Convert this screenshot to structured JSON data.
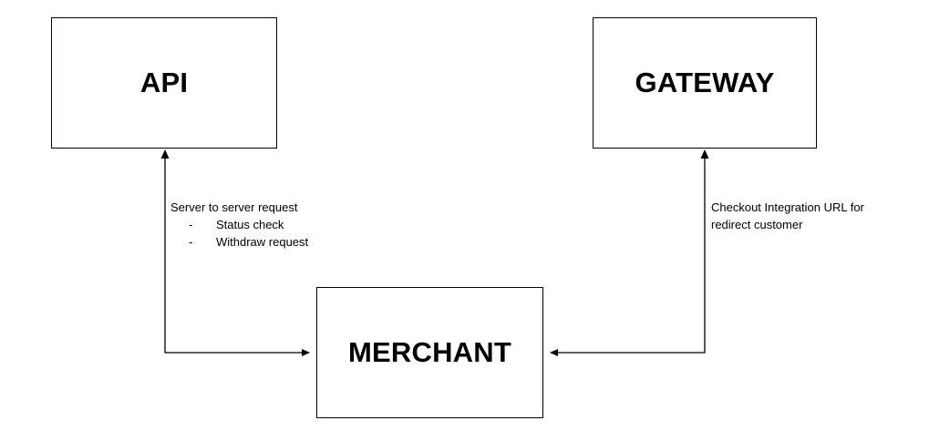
{
  "nodes": {
    "api": {
      "label": "API"
    },
    "gateway": {
      "label": "GATEWAY"
    },
    "merchant": {
      "label": "MERCHANT"
    }
  },
  "edges": {
    "api_merchant": {
      "heading": "Server to server request",
      "items": [
        {
          "marker": "-",
          "text": "Status check"
        },
        {
          "marker": "-",
          "text": "Withdraw request"
        }
      ]
    },
    "gateway_merchant": {
      "lines": [
        "Checkout Integration URL for",
        "redirect customer"
      ]
    }
  },
  "colors": {
    "stroke": "#000000",
    "fill": "#ffffff",
    "text": "#000000"
  }
}
